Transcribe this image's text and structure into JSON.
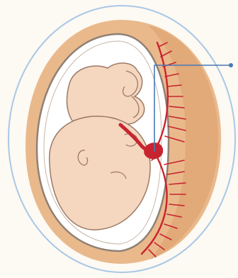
{
  "figure": {
    "description_hidden": false,
    "colors": {
      "background": "#fdf9f3",
      "outer_membrane": "#a9c8e6",
      "uterine_wall": "#e9b98c",
      "uterine_wall_dark": "#e0a676",
      "amniotic_space": "#ffffff",
      "cavity_line": "#8f8074",
      "fetus_skin": "#f5d6bf",
      "fetus_outline": "#9c7a66",
      "blood_vessel": "#c8242f",
      "pointer_line": "#4a78b4"
    },
    "parts": [
      "outer-membrane",
      "uterine-wall",
      "amniotic-cavity",
      "fetus",
      "placenta-vessels",
      "label-pointer"
    ]
  }
}
